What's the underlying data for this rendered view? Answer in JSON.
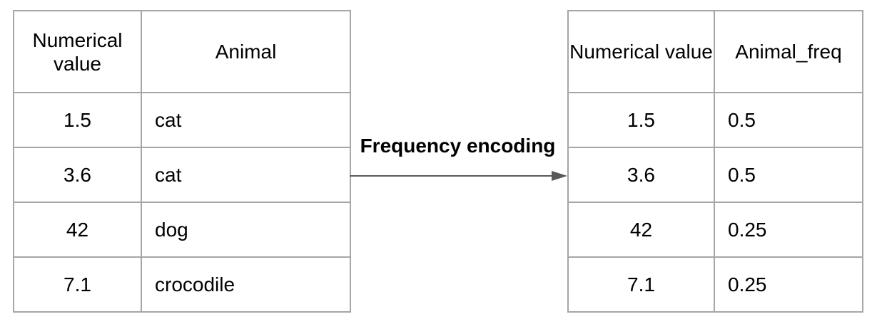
{
  "diagram": {
    "transform_label": "Frequency encoding",
    "arrow_icon": "right-arrow"
  },
  "left_table": {
    "headers": [
      "Numerical value",
      "Animal"
    ],
    "rows": [
      [
        "1.5",
        "cat"
      ],
      [
        "3.6",
        "cat"
      ],
      [
        "42",
        "dog"
      ],
      [
        "7.1",
        "crocodile"
      ]
    ]
  },
  "right_table": {
    "headers": [
      "Numerical value",
      "Animal_freq"
    ],
    "rows": [
      [
        "1.5",
        "0.5"
      ],
      [
        "3.6",
        "0.5"
      ],
      [
        "42",
        "0.25"
      ],
      [
        "7.1",
        "0.25"
      ]
    ]
  },
  "colors": {
    "table_border": "#a6a6a6",
    "arrow": "#595959",
    "text": "#000000",
    "background": "#ffffff"
  }
}
